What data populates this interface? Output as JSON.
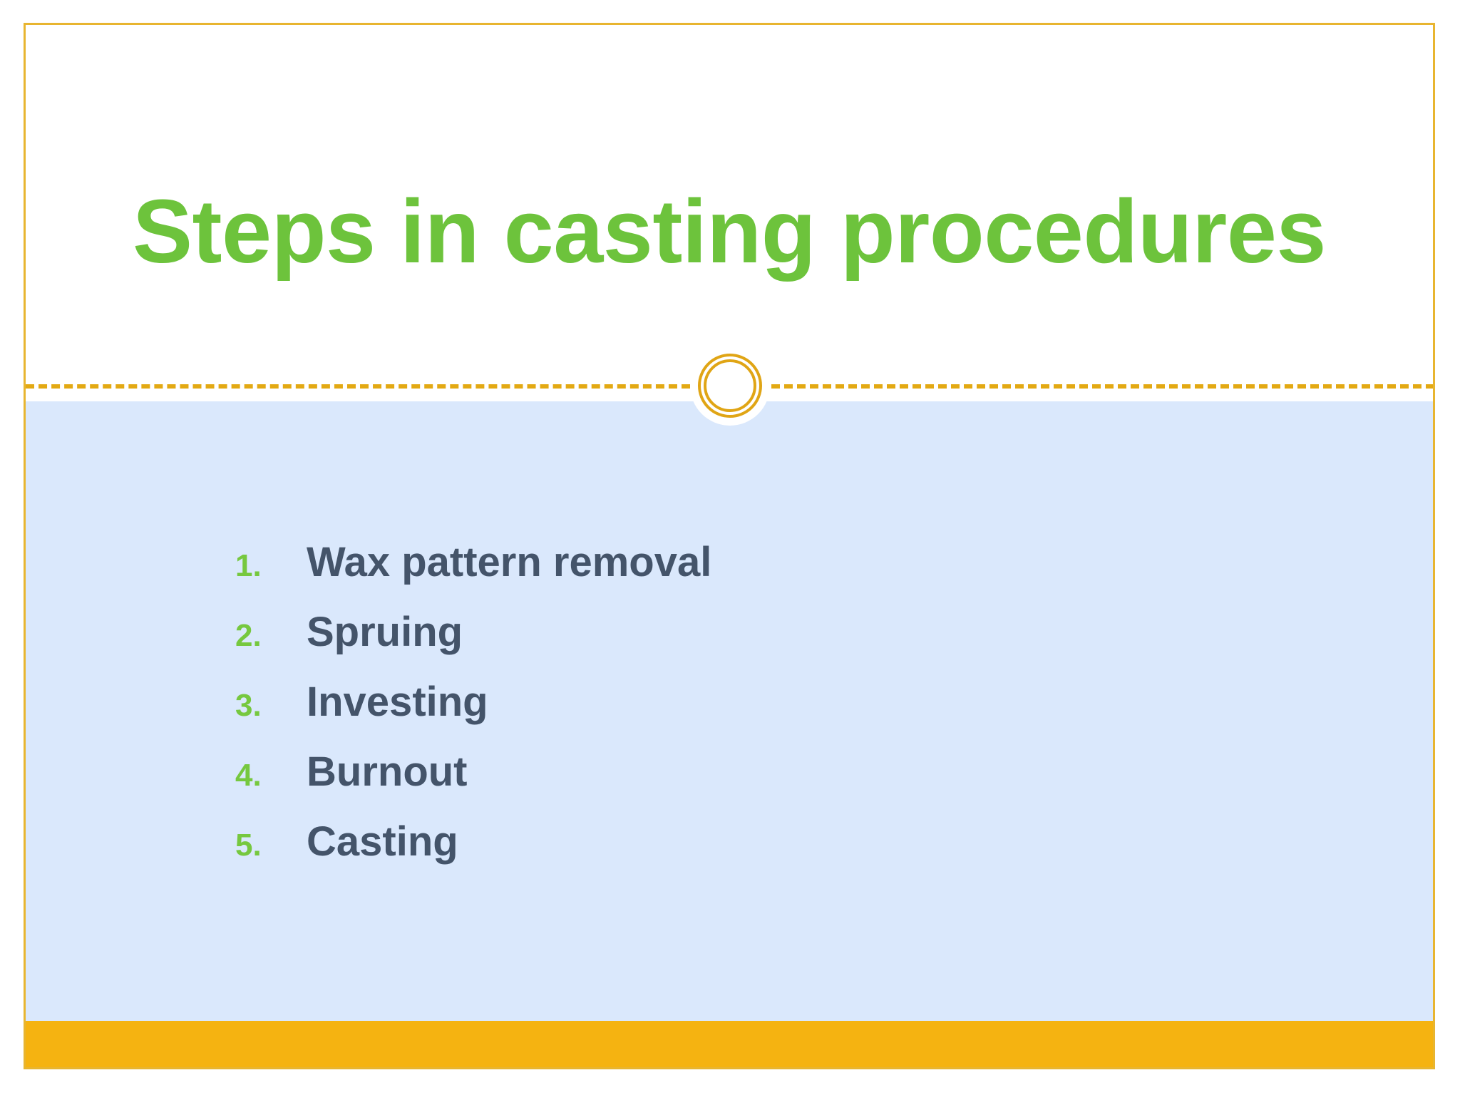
{
  "slide": {
    "title": "Steps in casting procedures",
    "steps": [
      {
        "number": "1.",
        "label": "Wax pattern removal"
      },
      {
        "number": "2.",
        "label": "Spruing"
      },
      {
        "number": "3.",
        "label": "Investing"
      },
      {
        "number": "4.",
        "label": "Burnout"
      },
      {
        "number": "5.",
        "label": "Casting"
      }
    ],
    "colors": {
      "title_green": "#6DC33C",
      "number_green": "#76C83F",
      "body_text_slate": "#44546A",
      "panel_blue": "#DAE8FC",
      "accent_gold": "#E0A515",
      "band_orange": "#F5B311",
      "frame_gold": "#E8B530",
      "background_white": "#FFFFFF"
    }
  }
}
